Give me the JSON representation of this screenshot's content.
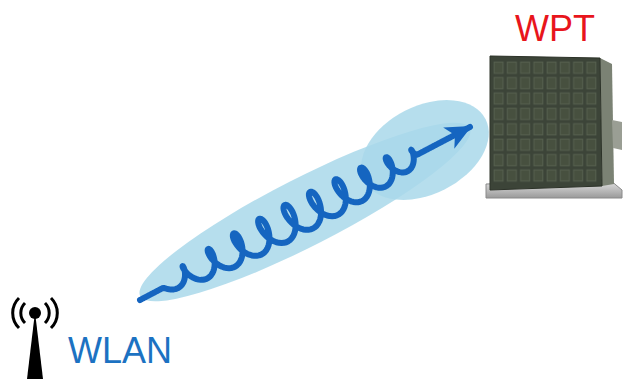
{
  "diagram": {
    "nodes": [
      {
        "text": [
          "WLAN"
        ]
      },
      {
        "text": [
          "WPT"
        ]
      }
    ],
    "edges": [
      {
        "from": 0,
        "to": 1,
        "arrow": "to"
      }
    ]
  }
}
